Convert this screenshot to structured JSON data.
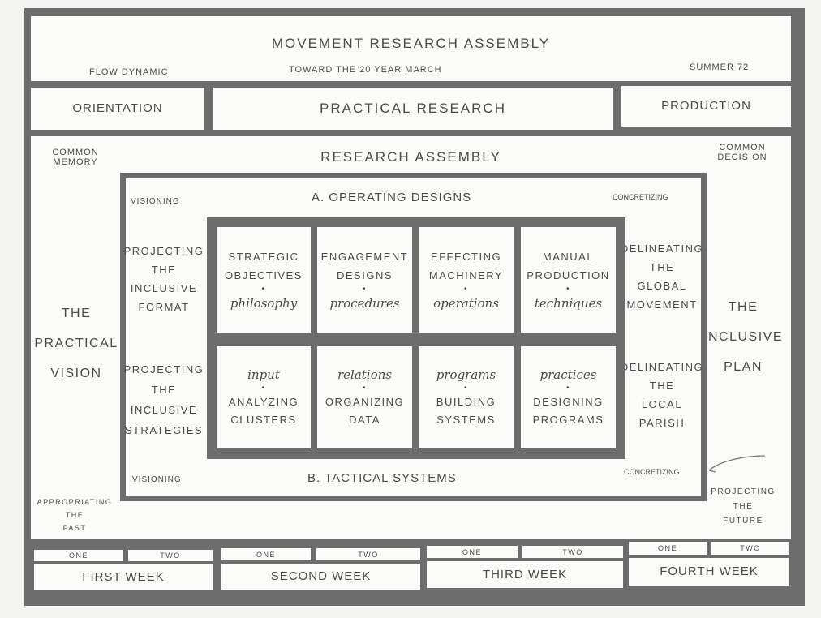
{
  "header": {
    "title": "MOVEMENT RESEARCH ASSEMBLY",
    "left": "FLOW DYNAMIC",
    "center": "TOWARD THE 20 YEAR MARCH",
    "right": "SUMMER 72"
  },
  "phases": [
    "ORIENTATION",
    "PRACTICAL RESEARCH",
    "PRODUCTION"
  ],
  "main": {
    "title": "RESEARCH ASSEMBLY",
    "top_left": [
      "COMMON",
      "MEMORY"
    ],
    "top_right": [
      "COMMON",
      "DECISION"
    ],
    "left": [
      "THE",
      "PRACTICAL",
      "VISION"
    ],
    "right": [
      "THE",
      "INCLUSIVE",
      "PLAN"
    ],
    "bottom_left": [
      "APPROPRIATING",
      "THE",
      "PAST"
    ],
    "bottom_right": [
      "PROJECTING",
      "THE",
      "FUTURE"
    ]
  },
  "inner": {
    "a_title": "A. OPERATING DESIGNS",
    "b_title": "B. TACTICAL SYSTEMS",
    "visioning": "VISIONING",
    "concretizing": "CONCRETIZING",
    "left_top": [
      "PROJECTING",
      "THE",
      "INCLUSIVE",
      "FORMAT"
    ],
    "left_bottom": [
      "PROJECTING",
      "THE",
      "INCLUSIVE",
      "STRATEGIES"
    ],
    "right_top": [
      "DELINEATING",
      "THE",
      "GLOBAL",
      "MOVEMENT"
    ],
    "right_bottom": [
      "DELINEATING",
      "THE",
      "LOCAL",
      "PARISH"
    ],
    "row_a": [
      {
        "l1": "STRATEGIC",
        "l2": "OBJECTIVES",
        "it": "philosophy"
      },
      {
        "l1": "ENGAGEMENT",
        "l2": "DESIGNS",
        "it": "procedures"
      },
      {
        "l1": "EFFECTING",
        "l2": "MACHINERY",
        "it": "operations"
      },
      {
        "l1": "MANUAL",
        "l2": "PRODUCTION",
        "it": "techniques"
      }
    ],
    "row_b": [
      {
        "it": "input",
        "l1": "ANALYZING",
        "l2": "CLUSTERS"
      },
      {
        "it": "relations",
        "l1": "ORGANIZING",
        "l2": "DATA"
      },
      {
        "it": "programs",
        "l1": "BUILDING",
        "l2": "SYSTEMS"
      },
      {
        "it": "practices",
        "l1": "DESIGNING",
        "l2": "PROGRAMS"
      }
    ],
    "dot": "•"
  },
  "weeks": [
    {
      "label": "FIRST WEEK",
      "one": "ONE",
      "two": "TWO"
    },
    {
      "label": "SECOND WEEK",
      "one": "ONE",
      "two": "TWO"
    },
    {
      "label": "THIRD WEEK",
      "one": "ONE",
      "two": "TWO"
    },
    {
      "label": "FOURTH WEEK",
      "one": "ONE",
      "two": "TWO"
    }
  ]
}
